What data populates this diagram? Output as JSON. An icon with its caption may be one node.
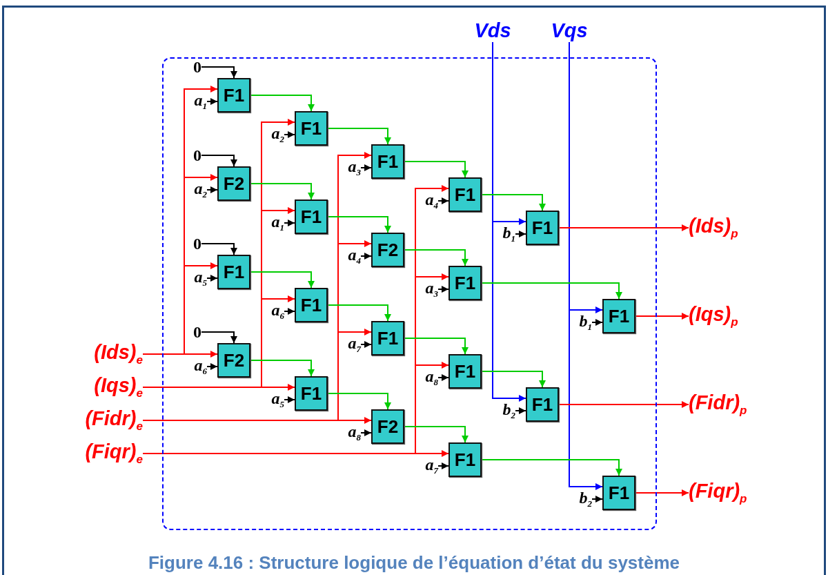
{
  "diagram": {
    "caption": "Figure 4.16 : Structure logique de l’équation d’état du système",
    "nodes": [
      {
        "text": [],
        "shape": "box"
      },
      {
        "text": [
          "Vds"
        ]
      },
      {
        "text": [
          "Vqs"
        ]
      },
      {
        "text": [
          "(Ids)$_{e}$"
        ]
      },
      {
        "text": [
          "(Iqs)$_{e}$"
        ]
      },
      {
        "text": [
          "(Fidr)$_{e}$"
        ]
      },
      {
        "text": [
          "(Fiqr)$_{e}$"
        ]
      },
      {
        "text": [
          "(Ids)$_{p}$"
        ]
      },
      {
        "text": [
          "(Iqs)$_{p}$"
        ]
      },
      {
        "text": [
          "(Fidr)$_{p}$"
        ]
      },
      {
        "text": [
          "(Fiqr)$_{p}$"
        ]
      },
      {
        "text": [
          "F1"
        ],
        "in": 0
      },
      {
        "text": [
          "F2"
        ],
        "in": 0
      },
      {
        "text": [
          "F1"
        ],
        "in": 0
      },
      {
        "text": [
          "F2"
        ],
        "in": 0
      },
      {
        "text": [
          "F1"
        ],
        "in": 0
      },
      {
        "text": [
          "F1"
        ],
        "in": 0
      },
      {
        "text": [
          "F1"
        ],
        "in": 0
      },
      {
        "text": [
          "F1"
        ],
        "in": 0
      },
      {
        "text": [
          "F1"
        ],
        "in": 0
      },
      {
        "text": [
          "F2"
        ],
        "in": 0
      },
      {
        "text": [
          "F1"
        ],
        "in": 0
      },
      {
        "text": [
          "F2"
        ],
        "in": 0
      },
      {
        "text": [
          "F1"
        ],
        "in": 0
      },
      {
        "text": [
          "F1"
        ],
        "in": 0
      },
      {
        "text": [
          "F1"
        ],
        "in": 0
      },
      {
        "text": [
          "F1"
        ],
        "in": 0
      },
      {
        "text": [
          "F1"
        ],
        "in": 0
      },
      {
        "text": [
          "F1"
        ],
        "in": 0
      },
      {
        "text": [
          "F1"
        ],
        "in": 0
      },
      {
        "text": [
          "F1"
        ],
        "in": 0
      },
      {
        "text": [
          "0"
        ],
        "in": 0
      },
      {
        "text": [
          "0"
        ],
        "in": 0
      },
      {
        "text": [
          "0"
        ],
        "in": 0
      },
      {
        "text": [
          "0"
        ],
        "in": 0
      },
      {
        "text": [
          "a$_{1}$"
        ],
        "in": 0
      },
      {
        "text": [
          "a$_{2}$"
        ],
        "in": 0
      },
      {
        "text": [
          "a$_{5}$"
        ],
        "in": 0
      },
      {
        "text": [
          "a$_{6}$"
        ],
        "in": 0
      },
      {
        "text": [
          "a$_{2}$"
        ],
        "in": 0
      },
      {
        "text": [
          "a$_{1}$"
        ],
        "in": 0
      },
      {
        "text": [
          "a$_{6}$"
        ],
        "in": 0
      },
      {
        "text": [
          "a$_{5}$"
        ],
        "in": 0
      },
      {
        "text": [
          "a$_{3}$"
        ],
        "in": 0
      },
      {
        "text": [
          "a$_{4}$"
        ],
        "in": 0
      },
      {
        "text": [
          "a$_{7}$"
        ],
        "in": 0
      },
      {
        "text": [
          "a$_{8}$"
        ],
        "in": 0
      },
      {
        "text": [
          "a$_{4}$"
        ],
        "in": 0
      },
      {
        "text": [
          "a$_{3}$"
        ],
        "in": 0
      },
      {
        "text": [
          "a$_{8}$"
        ],
        "in": 0
      },
      {
        "text": [
          "a$_{7}$"
        ],
        "in": 0
      },
      {
        "text": [
          "b$_{1}$"
        ],
        "in": 0
      },
      {
        "text": [
          "b$_{2}$"
        ],
        "in": 0
      },
      {
        "text": [
          "b$_{1}$"
        ],
        "in": 0
      },
      {
        "text": [
          "b$_{2}$"
        ],
        "in": 0
      }
    ],
    "edges": [
      {
        "from": 3,
        "to": 11,
        "arrow": "to",
        "color": "#ff0000"
      },
      {
        "from": 3,
        "to": 12,
        "arrow": "to",
        "color": "#ff0000"
      },
      {
        "from": 3,
        "to": 13,
        "arrow": "to",
        "color": "#ff0000"
      },
      {
        "from": 3,
        "to": 14,
        "arrow": "to",
        "color": "#ff0000"
      },
      {
        "from": 4,
        "to": 15,
        "arrow": "to",
        "color": "#ff0000"
      },
      {
        "from": 4,
        "to": 16,
        "arrow": "to",
        "color": "#ff0000"
      },
      {
        "from": 4,
        "to": 17,
        "arrow": "to",
        "color": "#ff0000"
      },
      {
        "from": 4,
        "to": 18,
        "arrow": "to",
        "color": "#ff0000"
      },
      {
        "from": 5,
        "to": 19,
        "arrow": "to",
        "color": "#ff0000"
      },
      {
        "from": 5,
        "to": 20,
        "arrow": "to",
        "color": "#ff0000"
      },
      {
        "from": 5,
        "to": 21,
        "arrow": "to",
        "color": "#ff0000"
      },
      {
        "from": 5,
        "to": 22,
        "arrow": "to",
        "color": "#ff0000"
      },
      {
        "from": 6,
        "to": 23,
        "arrow": "to",
        "color": "#ff0000"
      },
      {
        "from": 6,
        "to": 24,
        "arrow": "to",
        "color": "#ff0000"
      },
      {
        "from": 6,
        "to": 25,
        "arrow": "to",
        "color": "#ff0000"
      },
      {
        "from": 6,
        "to": 26,
        "arrow": "to",
        "color": "#ff0000"
      },
      {
        "from": 1,
        "to": 27,
        "arrow": "to",
        "color": "#0000ff"
      },
      {
        "from": 1,
        "to": 28,
        "arrow": "to",
        "color": "#0000ff"
      },
      {
        "from": 2,
        "to": 29,
        "arrow": "to",
        "color": "#0000ff"
      },
      {
        "from": 2,
        "to": 30,
        "arrow": "to",
        "color": "#0000ff"
      },
      {
        "from": 11,
        "to": 15,
        "arrow": "to",
        "color": "#00cc00"
      },
      {
        "from": 12,
        "to": 16,
        "arrow": "to",
        "color": "#00cc00"
      },
      {
        "from": 13,
        "to": 17,
        "arrow": "to",
        "color": "#00cc00"
      },
      {
        "from": 14,
        "to": 18,
        "arrow": "to",
        "color": "#00cc00"
      },
      {
        "from": 15,
        "to": 19,
        "arrow": "to",
        "color": "#00cc00"
      },
      {
        "from": 16,
        "to": 20,
        "arrow": "to",
        "color": "#00cc00"
      },
      {
        "from": 17,
        "to": 21,
        "arrow": "to",
        "color": "#00cc00"
      },
      {
        "from": 18,
        "to": 22,
        "arrow": "to",
        "color": "#00cc00"
      },
      {
        "from": 19,
        "to": 23,
        "arrow": "to",
        "color": "#00cc00"
      },
      {
        "from": 20,
        "to": 24,
        "arrow": "to",
        "color": "#00cc00"
      },
      {
        "from": 21,
        "to": 25,
        "arrow": "to",
        "color": "#00cc00"
      },
      {
        "from": 22,
        "to": 26,
        "arrow": "to",
        "color": "#00cc00"
      },
      {
        "from": 23,
        "to": 27,
        "arrow": "to",
        "color": "#00cc00"
      },
      {
        "from": 24,
        "to": 29,
        "arrow": "to",
        "color": "#00cc00"
      },
      {
        "from": 25,
        "to": 28,
        "arrow": "to",
        "color": "#00cc00"
      },
      {
        "from": 26,
        "to": 30,
        "arrow": "to",
        "color": "#00cc00"
      },
      {
        "from": 27,
        "to": 7,
        "arrow": "to",
        "color": "#ff0000"
      },
      {
        "from": 29,
        "to": 8,
        "arrow": "to",
        "color": "#ff0000"
      },
      {
        "from": 28,
        "to": 9,
        "arrow": "to",
        "color": "#ff0000"
      },
      {
        "from": 30,
        "to": 10,
        "arrow": "to",
        "color": "#ff0000"
      },
      {
        "from": 31,
        "to": 11,
        "arrow": "to"
      },
      {
        "from": 32,
        "to": 12,
        "arrow": "to"
      },
      {
        "from": 33,
        "to": 13,
        "arrow": "to"
      },
      {
        "from": 34,
        "to": 14,
        "arrow": "to"
      },
      {
        "from": 35,
        "to": 11,
        "arrow": "to"
      },
      {
        "from": 36,
        "to": 12,
        "arrow": "to"
      },
      {
        "from": 37,
        "to": 13,
        "arrow": "to"
      },
      {
        "from": 38,
        "to": 14,
        "arrow": "to"
      },
      {
        "from": 39,
        "to": 15,
        "arrow": "to"
      },
      {
        "from": 40,
        "to": 16,
        "arrow": "to"
      },
      {
        "from": 41,
        "to": 17,
        "arrow": "to"
      },
      {
        "from": 42,
        "to": 18,
        "arrow": "to"
      },
      {
        "from": 43,
        "to": 19,
        "arrow": "to"
      },
      {
        "from": 44,
        "to": 20,
        "arrow": "to"
      },
      {
        "from": 45,
        "to": 21,
        "arrow": "to"
      },
      {
        "from": 46,
        "to": 22,
        "arrow": "to"
      },
      {
        "from": 47,
        "to": 23,
        "arrow": "to"
      },
      {
        "from": 48,
        "to": 24,
        "arrow": "to"
      },
      {
        "from": 49,
        "to": 25,
        "arrow": "to"
      },
      {
        "from": 50,
        "to": 26,
        "arrow": "to"
      },
      {
        "from": 51,
        "to": 27,
        "arrow": "to"
      },
      {
        "from": 52,
        "to": 28,
        "arrow": "to"
      },
      {
        "from": 53,
        "to": 29,
        "arrow": "to"
      },
      {
        "from": 54,
        "to": 30,
        "arrow": "to"
      }
    ]
  }
}
